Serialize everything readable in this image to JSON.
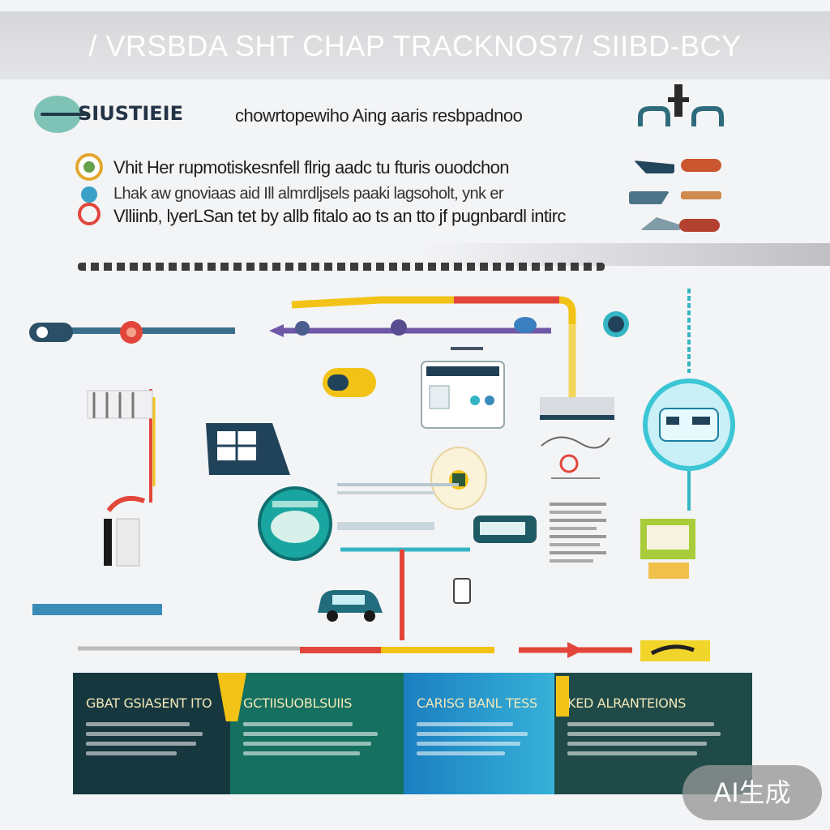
{
  "header": {
    "title": "/ VRSBDA SHT CHAP TRACKNOS7/ SIIBD-BCY"
  },
  "brand": {
    "name": "SIUSTIEIE",
    "tagline": "chowrtopewiho Aing aaris resbpadnoo"
  },
  "intro": {
    "line1": "Vhit Her rupmotiskesnfell flrig aadc tu fturis ouodchon",
    "line2": "Lhak aw gnoviaas aid Ill almrdljsels paaki lagsoholt, ynk er",
    "line3": "Vlliinb, lyerLSan tet by allb fitalo ao ts an tto jf pugnbardl intirc"
  },
  "footer": {
    "panels": [
      {
        "title": "GBAT GSIASENT ITO"
      },
      {
        "title": "GCTIISUOBLSUIIS"
      },
      {
        "title": "CARISG BANL TESS"
      },
      {
        "title": "KED ALRANTEIONS"
      }
    ]
  },
  "badge": {
    "label": "AI生成"
  },
  "colors": {
    "yellow": "#f2c316",
    "red": "#e2463b",
    "teal": "#35b5c4",
    "purple": "#6f58a8",
    "navy": "#21435a",
    "panel_dark": "#17373f",
    "panel_green": "#16705f",
    "panel_blue": "#2a9fd6"
  }
}
